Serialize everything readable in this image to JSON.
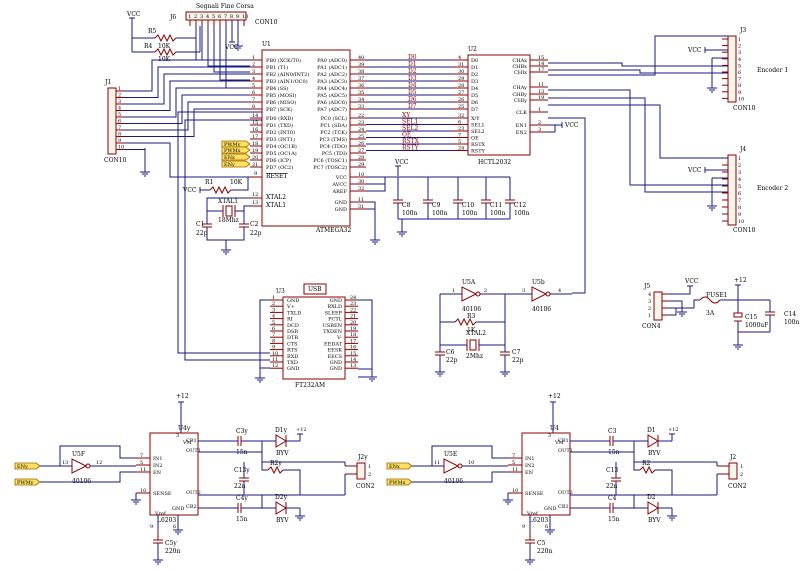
{
  "con10_top": {
    "title": "Segnali Fine Corsa",
    "ref": "J6",
    "name": "CON10"
  },
  "vcc": "VCC",
  "plus12": "+12",
  "res": {
    "r5": "R5",
    "r4": "R4",
    "k10": "10K",
    "r1": "R1",
    "r2": "R2",
    "r2y": "R2y",
    "r3": "R3",
    "r1k": "1K"
  },
  "mcu": {
    "ref": "U1",
    "name": "ATMEGA32",
    "left_pins": [
      {
        "n": "1",
        "name": "PB0 (XCK/T0)"
      },
      {
        "n": "2",
        "name": "PB1 (T1)"
      },
      {
        "n": "3",
        "name": "PB2 (AIN0/INT2)"
      },
      {
        "n": "4",
        "name": "PB3 (AIN1/OC0)"
      },
      {
        "n": "5",
        "name": "PB4 (SS)"
      },
      {
        "n": "6",
        "name": "PB5 (MOSI)"
      },
      {
        "n": "7",
        "name": "PB6 (MISO)"
      },
      {
        "n": "8",
        "name": "PB7 (SCK)"
      },
      {
        "n": "14",
        "name": "PD0 (RXD)"
      },
      {
        "n": "15",
        "name": "PD1 (TXD)"
      },
      {
        "n": "16",
        "name": "PD2 (INT0)"
      },
      {
        "n": "17",
        "name": "PD3 (INT1)"
      },
      {
        "n": "18",
        "name": "PD4 (OC1B)"
      },
      {
        "n": "19",
        "name": "PD5 (OC1A)"
      },
      {
        "n": "20",
        "name": "PD6 (ICP)"
      },
      {
        "n": "21",
        "name": "PD7 (OC2)"
      }
    ],
    "right_pins_a": [
      {
        "n": "40",
        "name": "PA0 (ADC0)"
      },
      {
        "n": "39",
        "name": "PA1 (ADC1)"
      },
      {
        "n": "38",
        "name": "PA2 (ADC2)"
      },
      {
        "n": "37",
        "name": "PA3 (ADC3)"
      },
      {
        "n": "36",
        "name": "PA4 (ADC4)"
      },
      {
        "n": "35",
        "name": "PA5 (ADC5)"
      },
      {
        "n": "34",
        "name": "PA6 (ADC6)"
      },
      {
        "n": "33",
        "name": "PA7 (ADC7)"
      }
    ],
    "right_pins_c": [
      {
        "n": "22",
        "name": "PC0 (SCL)"
      },
      {
        "n": "23",
        "name": "PC1 (SDA)"
      },
      {
        "n": "24",
        "name": "PC2 (TCK)"
      },
      {
        "n": "25",
        "name": "PC3 (TMS)"
      },
      {
        "n": "26",
        "name": "PC4 (TDO)"
      },
      {
        "n": "27",
        "name": "PC5 (TDI)"
      },
      {
        "n": "28",
        "name": "PC6 (TOSC1)"
      },
      {
        "n": "29",
        "name": "PC7 (TOSC2)"
      }
    ],
    "reset": "RESET",
    "reset_n": "9",
    "xtal2": "XTAL2",
    "xtal2_n": "12",
    "xtal1": "XTAL1",
    "xtal1_n": "13",
    "pwr": [
      {
        "n": "10",
        "name": "VCC"
      },
      {
        "n": "30",
        "name": "AVCC"
      },
      {
        "n": "32",
        "name": "AREF"
      },
      {
        "n": "11",
        "name": "GND"
      },
      {
        "n": "31",
        "name": "GND"
      }
    ]
  },
  "data_lines": [
    "D0",
    "D1",
    "D2",
    "D3",
    "D4",
    "D5",
    "D6",
    "D7"
  ],
  "ctrl_lines": [
    "XY",
    "SEL1",
    "SEL2",
    "OE",
    "RSTX",
    "RSTY"
  ],
  "hctl": {
    "ref": "U2",
    "name": "HCTL2032",
    "left": [
      {
        "n": "4",
        "name": "D0"
      },
      {
        "n": "31",
        "name": "D1"
      },
      {
        "n": "30",
        "name": "D2"
      },
      {
        "n": "29",
        "name": "D3"
      },
      {
        "n": "28",
        "name": "D4"
      },
      {
        "n": "27",
        "name": "D5"
      },
      {
        "n": "26",
        "name": "D6"
      },
      {
        "n": "25",
        "name": "D7"
      },
      {
        "n": "32",
        "name": "X/Y"
      },
      {
        "n": "6",
        "name": "SEL1"
      },
      {
        "n": "23",
        "name": "SEL2"
      },
      {
        "n": "7",
        "name": "OE"
      },
      {
        "n": "5",
        "name": "RSTX"
      },
      {
        "n": "24",
        "name": "RSTY"
      }
    ],
    "right": [
      {
        "n": "15",
        "name": "CHAx"
      },
      {
        "n": "14",
        "name": "CHBx"
      },
      {
        "n": "17",
        "name": "CHIx"
      },
      {
        "n": "11",
        "name": "CHAy"
      },
      {
        "n": "13",
        "name": "CHBy"
      },
      {
        "n": "19",
        "name": "CHIy"
      },
      {
        "n": "1",
        "name": "CLK"
      },
      {
        "n": "2",
        "name": "EN1"
      },
      {
        "n": "3",
        "name": "EN2"
      }
    ]
  },
  "j3": {
    "ref": "J3",
    "name": "CON10",
    "label": "Encoder 1"
  },
  "j4": {
    "ref": "J4",
    "name": "CON10",
    "label": "Encoder 2"
  },
  "j1": {
    "ref": "J1",
    "name": "CON10"
  },
  "pins10": [
    "1",
    "2",
    "3",
    "4",
    "5",
    "6",
    "7",
    "8",
    "9",
    "10"
  ],
  "nets": [
    "PWMy",
    "PWMx",
    "ENx",
    "ENy"
  ],
  "caps": {
    "c8": "C8",
    "c9": "C9",
    "c10": "C10",
    "c11": "C11",
    "c12": "C12",
    "n100": "100n",
    "c1": "C1",
    "c2": "C2",
    "p22": "22p",
    "c6": "C6",
    "c7": "C7",
    "c14": "C14",
    "c15": "C15",
    "u1000": "1000uF",
    "c3": "C3",
    "c4": "C4",
    "c13": "C13",
    "c5": "C5",
    "c3y": "C3y",
    "c4y": "C4y",
    "c13y": "C13y",
    "c5y": "C5y",
    "n15": "15n",
    "n22": "22n",
    "n220": "220n"
  },
  "xtal": {
    "x1": "XTAL1",
    "x1v": "18Mhz",
    "x2": "XTAL2",
    "x2v": "2Mhz"
  },
  "ftdi": {
    "ref": "U3",
    "name": "FT232AM",
    "usb": "USB",
    "left": [
      {
        "n": "1",
        "name": "GND"
      },
      {
        "n": "2",
        "name": "V+"
      },
      {
        "n": "3",
        "name": "TXLD"
      },
      {
        "n": "4",
        "name": "RI"
      },
      {
        "n": "5",
        "name": "DCD"
      },
      {
        "n": "6",
        "name": "DSR"
      },
      {
        "n": "7",
        "name": "DTR"
      },
      {
        "n": "8",
        "name": "CTS"
      },
      {
        "n": "9",
        "name": "RTS"
      },
      {
        "n": "10",
        "name": "RXD"
      },
      {
        "n": "11",
        "name": "TXD"
      },
      {
        "n": "12",
        "name": "GND"
      }
    ],
    "right": [
      {
        "n": "24",
        "name": "GND"
      },
      {
        "n": "23",
        "name": "RXLD"
      },
      {
        "n": "22",
        "name": "SLEEP"
      },
      {
        "n": "21",
        "name": "PCTL"
      },
      {
        "n": "20",
        "name": "USBEN"
      },
      {
        "n": "19",
        "name": "TXDEN"
      },
      {
        "n": "18",
        "name": "V-"
      },
      {
        "n": "17",
        "name": "EEDAT"
      },
      {
        "n": "16",
        "name": "EESK"
      },
      {
        "n": "15",
        "name": "EECS"
      },
      {
        "n": "14",
        "name": "GND"
      },
      {
        "n": "13",
        "name": "GND"
      }
    ]
  },
  "u5a": {
    "ref": "U5A",
    "name": "40106",
    "in": "1",
    "out": "2"
  },
  "u5b": {
    "ref": "U5b",
    "name": "40106",
    "in": "3",
    "out": "4"
  },
  "u5f": {
    "ref": "U5F",
    "name": "40106",
    "in": "13",
    "out": "12"
  },
  "u5e": {
    "ref": "U5E",
    "name": "40106",
    "in": "11",
    "out": "10"
  },
  "j5": {
    "ref": "J5",
    "name": "CON4",
    "pins": [
      "4",
      "3",
      "2",
      "1"
    ]
  },
  "fuse": {
    "ref": "FUSE1",
    "val": "3A"
  },
  "l6203": {
    "name": "L6203",
    "vm": "VM",
    "vm_n": "3",
    "in1": "IN1",
    "in2": "IN2",
    "en": "EN",
    "sense": "SENSE",
    "vref": "Vref",
    "gnd": "GND",
    "cb1": "CB1",
    "cb2": "CB2",
    "out1": "OUT1",
    "out2": "OUT2",
    "n": [
      "7",
      "5",
      "11",
      "10",
      "9",
      "6",
      "8",
      "1",
      "2",
      "4",
      "3"
    ]
  },
  "u4y": "U4y",
  "u4": "U4",
  "diodes": {
    "d1": "D1",
    "d2": "D2",
    "d1y": "D1y",
    "d2y": "D2y",
    "byv": "BYV"
  },
  "j2": {
    "ref": "J2",
    "name": "CON2"
  },
  "j2y": {
    "ref": "J2y",
    "name": "CON2"
  }
}
